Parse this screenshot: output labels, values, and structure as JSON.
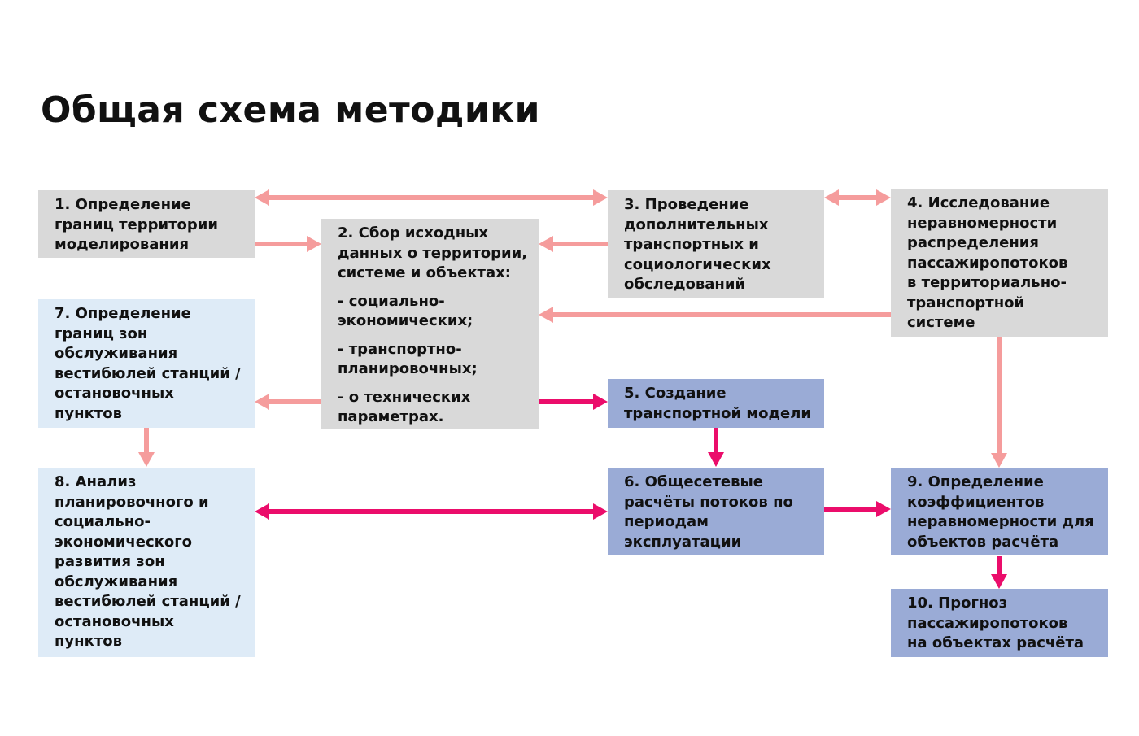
{
  "title": "Общая схема методики",
  "colors": {
    "grey_box": "#d9d9d9",
    "light_box": "#deebf7",
    "blue_box": "#9aabd6",
    "arrow_light": "#f59c9c",
    "arrow_strong": "#eb0d6b"
  },
  "boxes": {
    "b1": {
      "lines": [
        "1. Определение",
        "границ территории",
        "моделирования"
      ]
    },
    "b2": {
      "lines": [
        "2. Сбор исходных",
        "данных о территории,",
        "системе и объектах:"
      ],
      "items": [
        [
          "- социально-",
          "экономических;"
        ],
        [
          "- транспортно-",
          "планировочных;"
        ],
        [
          "- о технических",
          "параметрах."
        ]
      ]
    },
    "b3": {
      "lines": [
        "3. Проведение",
        "дополнительных",
        "транспортных и",
        "социологических",
        "обследований"
      ]
    },
    "b4": {
      "lines": [
        "4. Исследование",
        "неравномерности",
        "распределения",
        "пассажиропотоков",
        "в территориально-",
        "транспортной",
        "системе"
      ]
    },
    "b5": {
      "lines": [
        "5. Создание",
        "транспортной модели"
      ]
    },
    "b6": {
      "lines": [
        "6. Общесетевые",
        "расчёты потоков по",
        "периодам",
        "эксплуатации"
      ]
    },
    "b7": {
      "lines": [
        "7. Определение",
        "границ зон",
        "обслуживания",
        "вестибюлей станций /",
        "остановочных",
        "пунктов"
      ]
    },
    "b8": {
      "lines": [
        "8. Анализ",
        "планировочного и",
        "социально-",
        "экономического",
        "развития зон",
        "обслуживания",
        "вестибюлей станций /",
        "остановочных",
        "пунктов"
      ]
    },
    "b9": {
      "lines": [
        "9. Определение",
        "коэффициентов",
        "неравномерности для",
        "объектов расчёта"
      ]
    },
    "b10": {
      "lines": [
        "10. Прогноз",
        "пассажиропотоков",
        "на объектах расчёта"
      ]
    }
  }
}
